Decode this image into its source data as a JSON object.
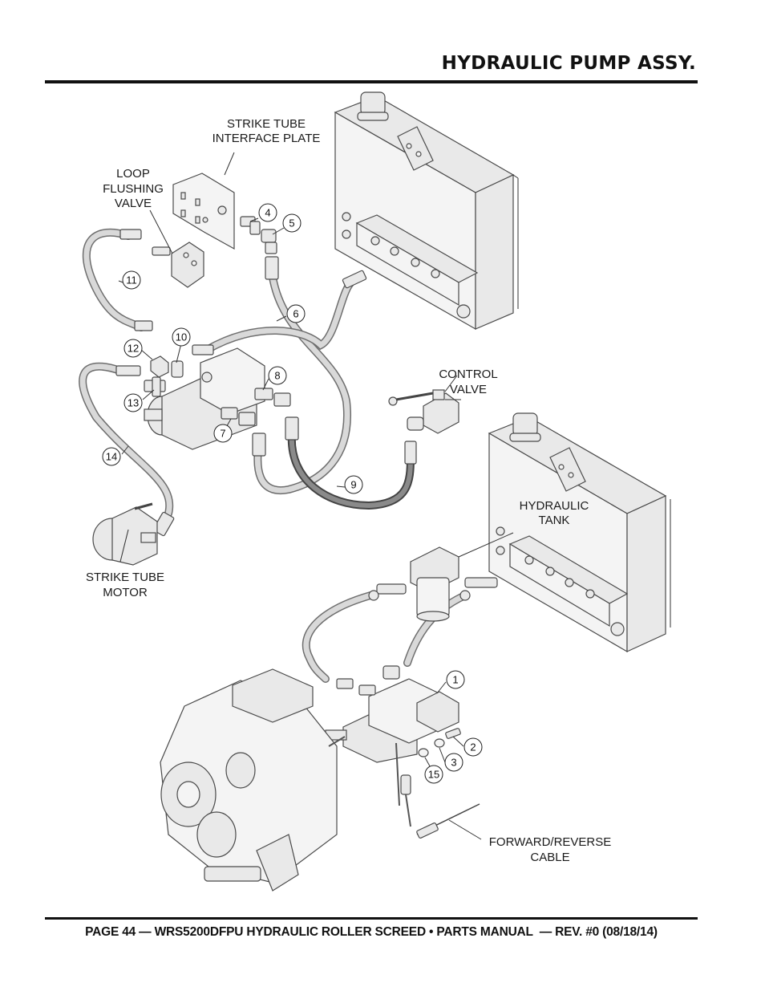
{
  "header": {
    "title": "HYDRAULIC PUMP ASSY."
  },
  "footer": {
    "text": "PAGE 44 — WRS5200DFPU HYDRAULIC ROLLER SCREED • PARTS MANUAL  — REV. #0 (08/18/14)"
  },
  "labels": {
    "strike_tube_interface_plate": [
      "STRIKE TUBE",
      "INTERFACE PLATE"
    ],
    "loop_flushing_valve": [
      "LOOP",
      "FLUSHING",
      "VALVE"
    ],
    "control_valve": [
      "CONTROL",
      "VALVE"
    ],
    "hydraulic_tank": [
      "HYDRAULIC",
      "TANK"
    ],
    "strike_tube_motor": [
      "STRIKE TUBE",
      "MOTOR"
    ],
    "forward_reverse_cable": [
      "FORWARD/REVERSE",
      "CABLE"
    ]
  },
  "callouts": [
    "1",
    "2",
    "3",
    "4",
    "5",
    "6",
    "7",
    "8",
    "9",
    "10",
    "11",
    "12",
    "13",
    "14",
    "15"
  ]
}
